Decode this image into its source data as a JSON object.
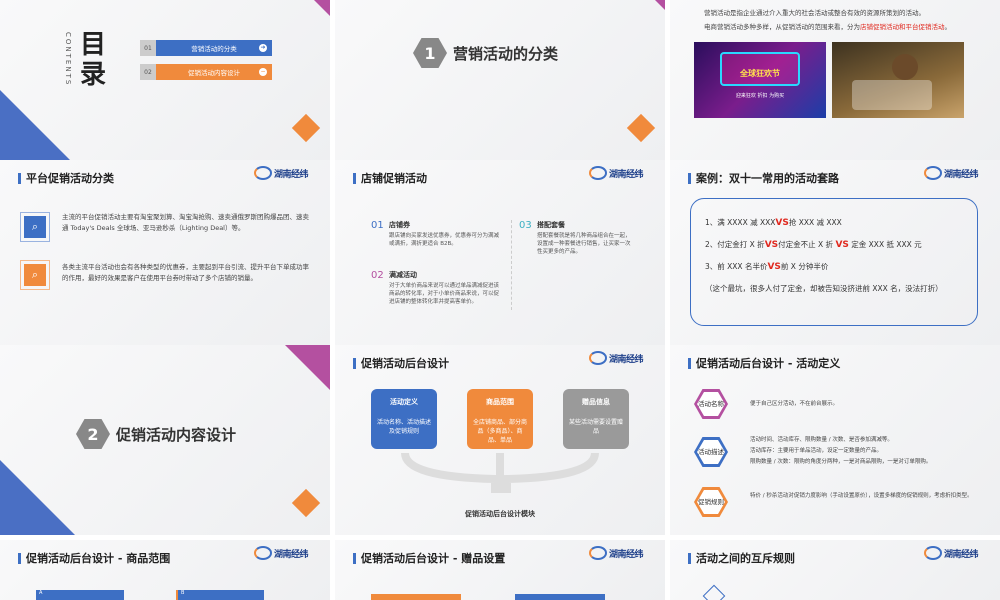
{
  "slide1": {
    "contents_vert": "CONTENTS",
    "title": "目录",
    "items": [
      {
        "num": "01",
        "label": "营销活动的分类"
      },
      {
        "num": "02",
        "label": "促销活动内容设计"
      }
    ]
  },
  "slide2": {
    "num": "1",
    "title": "营销活动的分类"
  },
  "slide3": {
    "line1": "营销活动是指企业通过介入重大的社会活动或整合有效的资源所策划的活动。",
    "line2_pre": "电商营销活动多种多样，从促销活动的范围来看，分为",
    "line2_hl": "店铺促销活动和平台促销活动",
    "line2_post": "。",
    "img1_caption": "全球狂欢节",
    "img1_sub": "迎来狂欢 折扣 为购买"
  },
  "logo": {
    "text": "湖南经纬"
  },
  "slide4": {
    "title": "平台促销活动分类",
    "p1": "主流的平台促销活动主要有淘宝聚划算、淘宝淘抢购、速卖通俄罗斯团购爆品团、速卖通 Today's Deals 全球场、亚马逊秒杀（Lighting Deal）等。",
    "p2": "各类主流平台活动也会有各种类型的优惠券，主要起到平台引流、提升平台下单成功率的作用，最好的效果是客户在使用平台券时带动了多个店铺的销量。"
  },
  "slide5": {
    "title": "店铺促销活动",
    "items": [
      {
        "num": "01",
        "head": "店铺券",
        "text": "跟店铺向买家发送优惠券，优惠券可分为满减或满折，满折更适合 B2B。"
      },
      {
        "num": "02",
        "head": "满减活动",
        "text": "对于大单价商品来说可以通过单品满减促进该商品的转化率，对于小单价商品来说，可以促进店铺的整体转化率并提高客单价。"
      },
      {
        "num": "03",
        "head": "搭配套餐",
        "text": "搭配套餐就是将几种商品组合在一起，设置成一种套餐进行销售，让买家一次性买更多的产品。"
      }
    ]
  },
  "slide6": {
    "title": "案例：双十一常用的活动套路",
    "lines": [
      {
        "a": "1、满 XXXX 减 XXX",
        "vs": "VS",
        "b": "抢 XXX 减 XXX"
      },
      {
        "a": "2、付定金打 X 折",
        "vs": "VS",
        "b": "付定金不止 X 折",
        "vs2": "VS",
        "c": "定金 XXX 抵 XXX 元"
      },
      {
        "a": "3、前 XXX 名半价",
        "vs": "VS",
        "b": "前 X 分钟半价"
      }
    ],
    "note": "（这个最坑，很多人付了定金，却被告知没挤进前 XXX 名，没法打折）"
  },
  "slide7": {
    "num": "2",
    "title": "促销活动内容设计"
  },
  "slide8": {
    "title": "促销活动后台设计",
    "boxes": [
      {
        "head": "活动定义",
        "text": "活动名称、活动描述及促销规则",
        "color": "#3d6fc4"
      },
      {
        "head": "商品范围",
        "text": "全店铺商品、部分商品（多商品）、商品、单品",
        "color": "#f08a3c"
      },
      {
        "head": "赠品信息",
        "text": "某些活动需要设置赠品",
        "color": "#9a9a9a"
      }
    ],
    "caption": "促销活动后台设计模块"
  },
  "slide9": {
    "title": "促销活动后台设计 - 活动定义",
    "rows": [
      {
        "label": "活动名称",
        "color": "#b450a0",
        "text": [
          "便于自己区分活动，不在前台展示。"
        ]
      },
      {
        "label": "活动描述",
        "color": "#3d6fc4",
        "text": [
          "活动时间、活动库存、限购数量 / 次数、是否参加满减等。",
          "活动库存：主要用于单品活动，设定一定数量的产品。",
          "限购数量 / 次数：限购的角度分两种，一是对商品限购，一是对订单限购。"
        ]
      },
      {
        "label": "促销规则",
        "color": "#f08a3c",
        "text": [
          "特价 / 秒杀活动对促销力度影响（手动设置原价），设置多梯度的促销规则，考虑折扣类型。"
        ]
      }
    ]
  },
  "slide10": {
    "title": "促销活动后台设计 - 商品范围",
    "tabA": "A",
    "tabB": "B"
  },
  "slide11": {
    "title": "促销活动后台设计 - 赠品设置"
  },
  "slide12": {
    "title": "活动之间的互斥规则"
  },
  "colors": {
    "blue": "#3d6fc4",
    "orange": "#f08a3c",
    "purple": "#b450a0",
    "gray": "#888888",
    "red": "#e0281e"
  }
}
